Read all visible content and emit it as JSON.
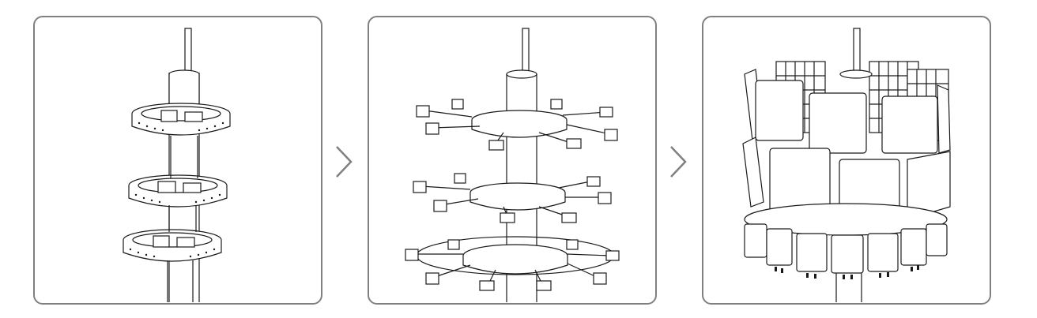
{
  "figure": {
    "steps": [
      {
        "id": "step-1",
        "rings": 3,
        "arms_per_ring": 0,
        "panels": 0
      },
      {
        "id": "step-2",
        "rings": 3,
        "arms_per_ring": 6,
        "panels": 0
      },
      {
        "id": "step-3",
        "rings": 3,
        "arms_per_ring": 6,
        "panels": 2
      }
    ],
    "colors": {
      "stroke": "#1a1a1a",
      "frame": "#808080",
      "arrow": "#808080",
      "fill": "#ffffff"
    },
    "icons": [
      "chevron-right-icon",
      "chevron-right-icon"
    ]
  }
}
